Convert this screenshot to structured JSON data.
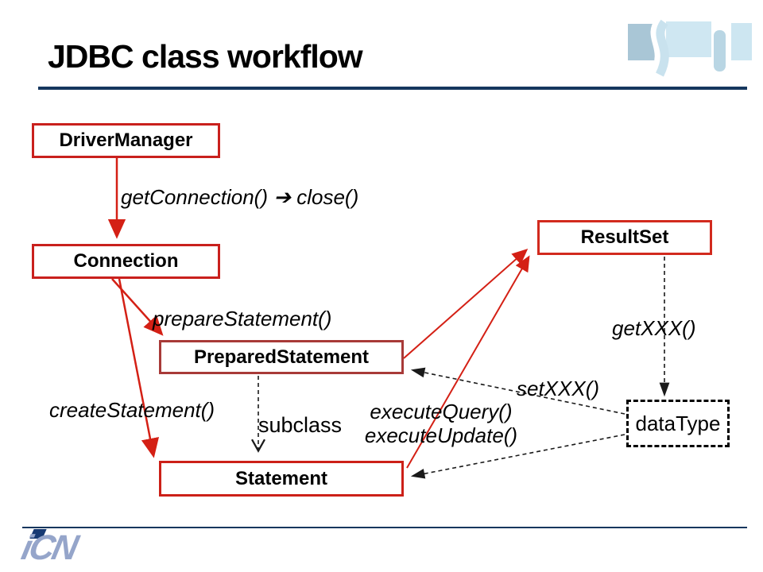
{
  "slide": {
    "title": "JDBC class workflow"
  },
  "diagram": {
    "nodes": [
      {
        "id": "driver_manager",
        "label": "DriverManager"
      },
      {
        "id": "connection",
        "label": "Connection"
      },
      {
        "id": "result_set",
        "label": "ResultSet"
      },
      {
        "id": "prepared_statement",
        "label": "PreparedStatement"
      },
      {
        "id": "statement",
        "label": "Statement"
      },
      {
        "id": "data_type",
        "label": "dataType"
      }
    ],
    "edge_labels": {
      "get_connection": "getConnection() ➔ close()",
      "prepare_statement": "prepareStatement()",
      "create_statement": "createStatement()",
      "subclass": "subclass",
      "execute_query": "executeQuery()",
      "execute_update": "executeUpdate()",
      "set_xxx": "setXXX()",
      "get_xxx": "getXXX()"
    }
  },
  "footer": {
    "logo_text": "iCN"
  },
  "colors": {
    "arrow_red": "#d42015",
    "box_border_red": "#c9201d",
    "prepared_border_red": "#a83a38",
    "rule_navy": "#16375e",
    "dashed_black": "#1a1a1a",
    "logo_mid_blue": "#a9c6d6",
    "logo_light_blue": "#cfe7f2",
    "logo_pale_blue": "#b9d6e4",
    "icn_blue": "#95a5ca",
    "icn_navy": "#173a73"
  }
}
